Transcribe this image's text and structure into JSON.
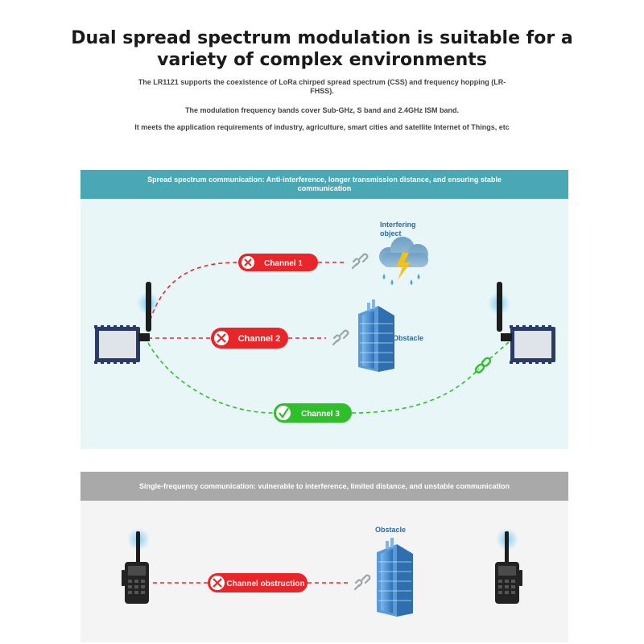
{
  "header": {
    "title_line1": "Dual spread spectrum modulation is suitable for a",
    "title_line2": "variety of complex environments",
    "desc1": "The LR1121 supports the coexistence of LoRa chirped spread spectrum (CSS) and frequency hopping (LR-FHSS).",
    "desc2": "The modulation frequency bands cover Sub-GHz, S band and 2.4GHz ISM band.",
    "desc3": "It meets the application requirements of industry, agriculture, smart cities and satellite Internet of Things, etc"
  },
  "spread_spectrum_panel": {
    "banner": "Spread spectrum communication: Anti-interference, longer transmission distance, and ensuring stable communication",
    "interfering_line1": "Interfering",
    "interfering_line2": "object",
    "obstacle_label": "Obstacle",
    "channels": [
      {
        "label": "Channel 1",
        "status": "blocked"
      },
      {
        "label": "Channel 2",
        "status": "blocked"
      },
      {
        "label": "Channel 3",
        "status": "connected"
      }
    ]
  },
  "single_frequency_panel": {
    "banner": "Single-frequency communication: vulnerable to interference, limited distance, and unstable communication",
    "obstacle_label": "Obstacle",
    "channel": {
      "label": "Channel obstruction",
      "status": "blocked"
    }
  },
  "colors": {
    "blocked": "#e8262a",
    "connected": "#2fbf2a",
    "teal_banner": "#4aa7b4",
    "gray_banner": "#a9a9a9",
    "label_blue": "#2d6b9c"
  }
}
